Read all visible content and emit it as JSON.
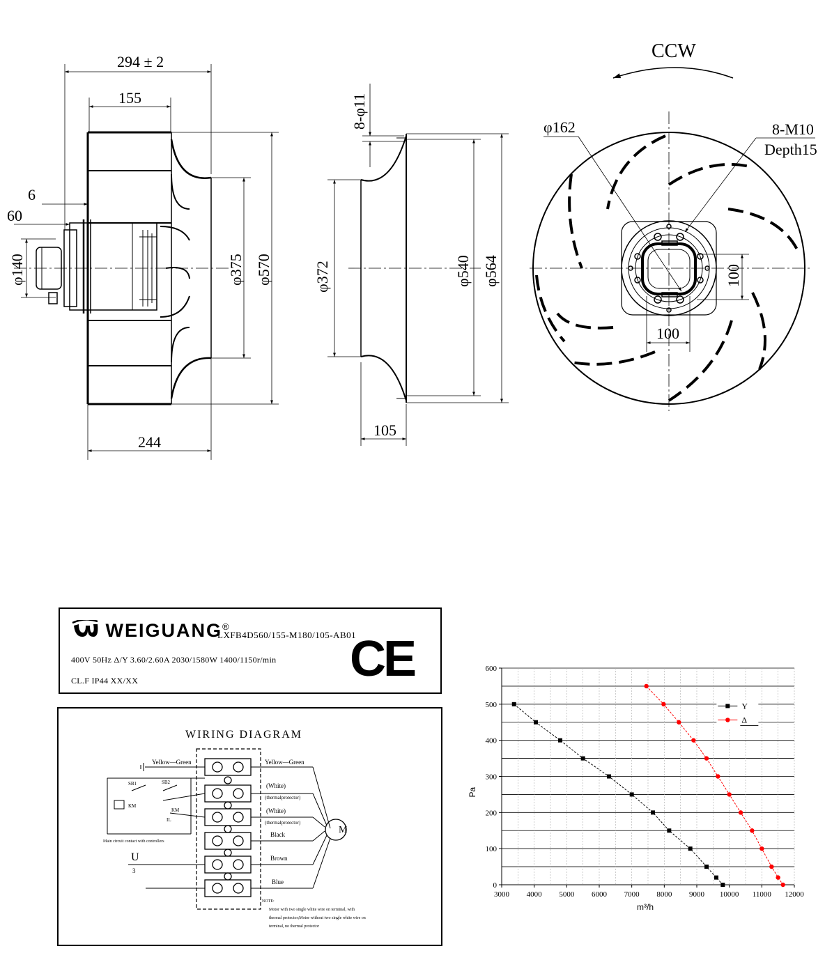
{
  "drawing": {
    "side_view": {
      "dim_overall": "294 ± 2",
      "dim_impeller": "155",
      "dim_6": "6",
      "dim_60": "60",
      "dim_d140": "φ140",
      "dim_d375": "φ375",
      "dim_d570": "φ570",
      "dim_244": "244"
    },
    "inlet_ring": {
      "dim_holes": "8-φ11",
      "dim_d372": "φ372",
      "dim_d540": "φ540",
      "dim_d564": "φ564",
      "dim_105": "105"
    },
    "front_view": {
      "rotation": "CCW",
      "dim_d162": "φ162",
      "dim_thread": "8-M10",
      "dim_depth": "Depth15",
      "dim_100_h": "100",
      "dim_100_v": "100"
    }
  },
  "nameplate": {
    "brand": "WEIGUANG",
    "registered": "®",
    "model": "LXFB4D560/155-M180/105-AB01",
    "spec_line1": "400V  50Hz  Δ/Y  3.60/2.60A  2030/1580W  1400/1150r/min",
    "spec_line2": "CL.F  IP44  XX/XX",
    "ce_mark": "CE",
    "logo_icon": "weiguang-logo-icon"
  },
  "wiring": {
    "title": "WIRING  DIAGRAM",
    "wires": [
      "Yellow—Green",
      "(White)",
      "(thermalprotector)",
      "(White)",
      "(thermalprotector)",
      "Black",
      "Brown",
      "Blue"
    ],
    "left_label_top": "Yellow—Green",
    "sb1": "SB1",
    "sb2": "SB2",
    "km1": "KM",
    "km2": "KM",
    "il": "IL",
    "main_circuit": "Main circuit contact with controllers",
    "u_label": "U",
    "u_sub": "3",
    "motor": "M",
    "note_title": "NOTE:",
    "note_1": "Motor with two single white wire on terminal, with",
    "note_2": "thermal protector;Motor without two single white wire on",
    "note_3": "terminal, no thermal protector"
  },
  "chart_data": {
    "type": "line",
    "xlabel": "m³/h",
    "ylabel": "Pa",
    "xlim": [
      3000,
      12000
    ],
    "ylim": [
      0,
      600
    ],
    "xticks": [
      3000,
      4000,
      5000,
      6000,
      7000,
      8000,
      9000,
      10000,
      11000,
      12000
    ],
    "yticks": [
      0,
      100,
      200,
      300,
      400,
      500,
      600
    ],
    "grid": true,
    "legend_position": "top-right",
    "series": [
      {
        "name": "Y",
        "color": "#000000",
        "marker": "square",
        "points": [
          [
            3380,
            500
          ],
          [
            4050,
            450
          ],
          [
            4800,
            400
          ],
          [
            5500,
            350
          ],
          [
            6300,
            300
          ],
          [
            7000,
            250
          ],
          [
            7650,
            200
          ],
          [
            8150,
            150
          ],
          [
            8800,
            100
          ],
          [
            9300,
            50
          ],
          [
            9600,
            20
          ],
          [
            9800,
            0
          ]
        ]
      },
      {
        "name": "Δ",
        "color": "#ff0000",
        "marker": "circle",
        "points": [
          [
            7450,
            550
          ],
          [
            7980,
            500
          ],
          [
            8450,
            450
          ],
          [
            8900,
            400
          ],
          [
            9300,
            350
          ],
          [
            9650,
            300
          ],
          [
            10000,
            250
          ],
          [
            10350,
            200
          ],
          [
            10700,
            150
          ],
          [
            11000,
            100
          ],
          [
            11300,
            50
          ],
          [
            11500,
            20
          ],
          [
            11650,
            0
          ]
        ]
      }
    ]
  }
}
